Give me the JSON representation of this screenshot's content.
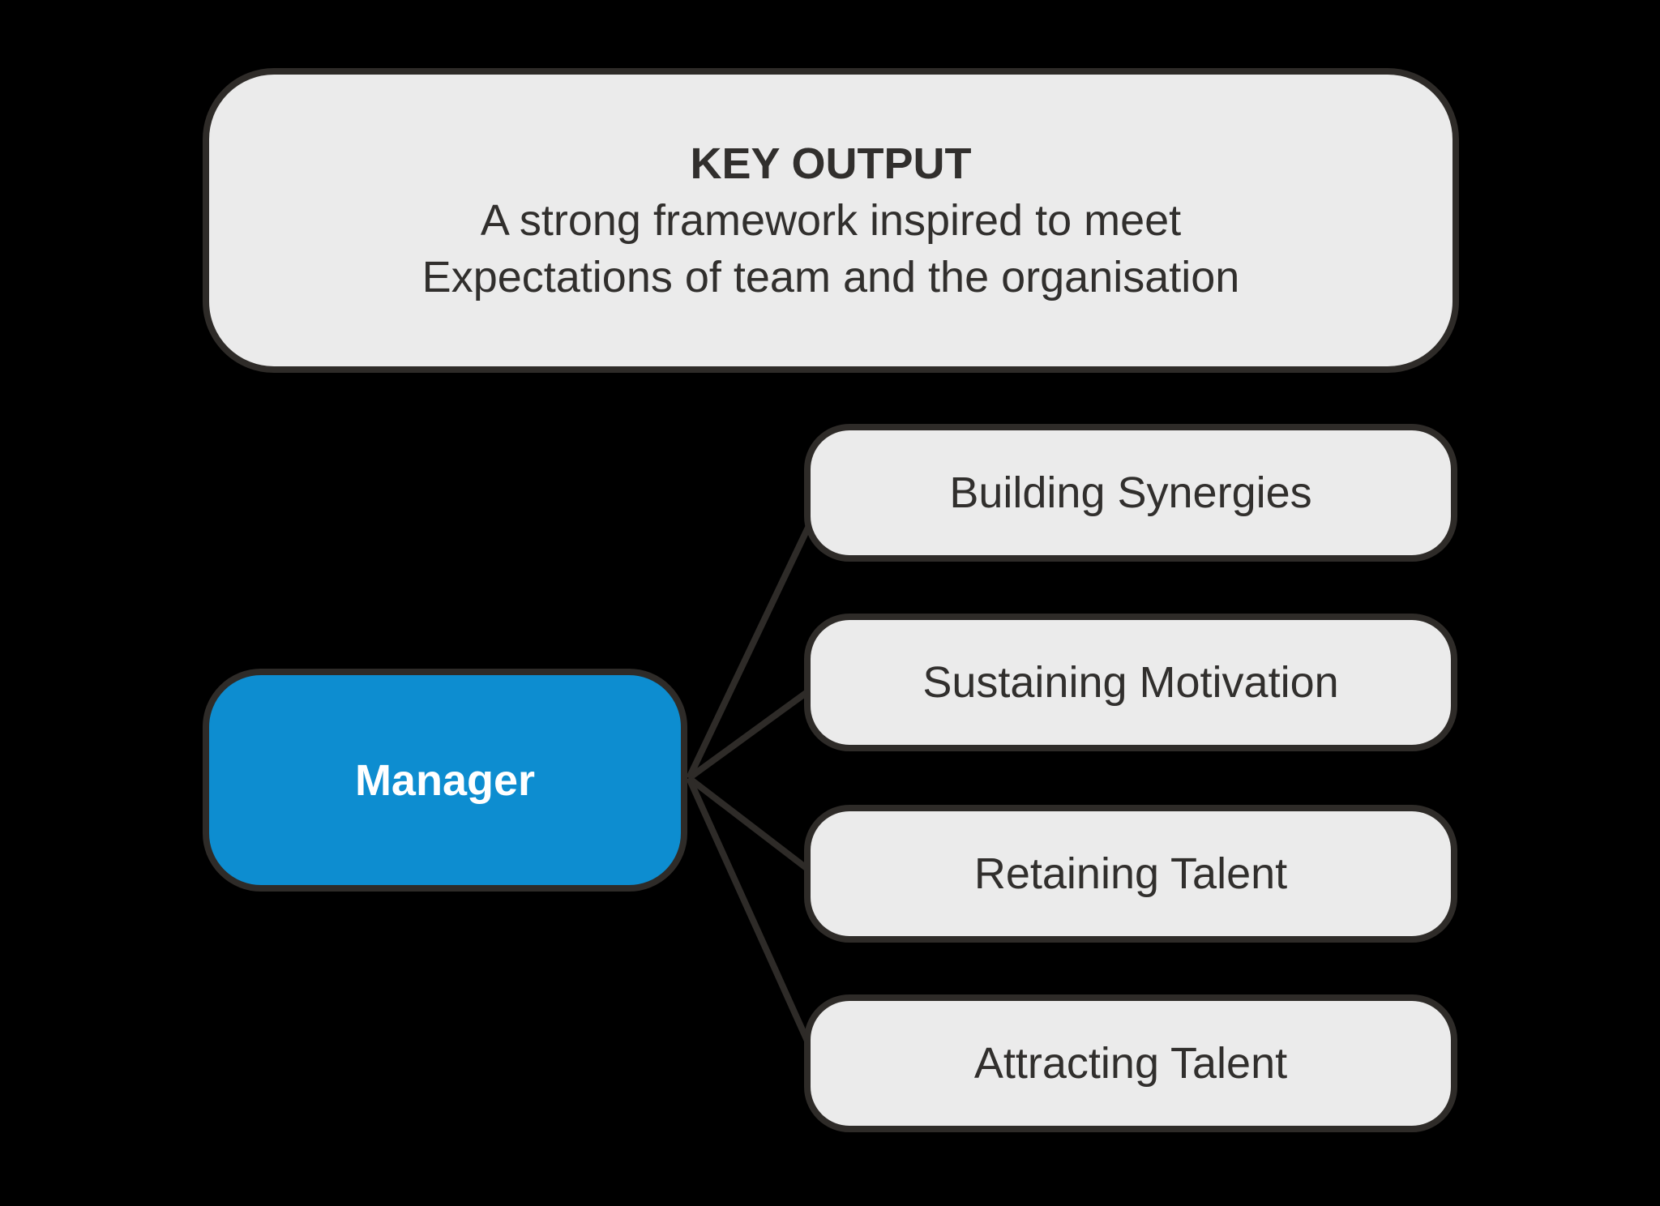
{
  "diagram": {
    "background_color": "#000000",
    "box_fill_color": "#ebebeb",
    "border_color": "#2e2b28",
    "accent_blue": "#0d8dd0",
    "text_color": "#312f2d",
    "key_output": {
      "title": "KEY OUTPUT",
      "line1": "A strong framework inspired to meet",
      "line2": "Expectations of team and the organisation"
    },
    "root": {
      "label": "Manager"
    },
    "branches": [
      {
        "label": "Building Synergies"
      },
      {
        "label": "Sustaining Motivation"
      },
      {
        "label": "Retaining Talent"
      },
      {
        "label": "Attracting Talent"
      }
    ]
  }
}
